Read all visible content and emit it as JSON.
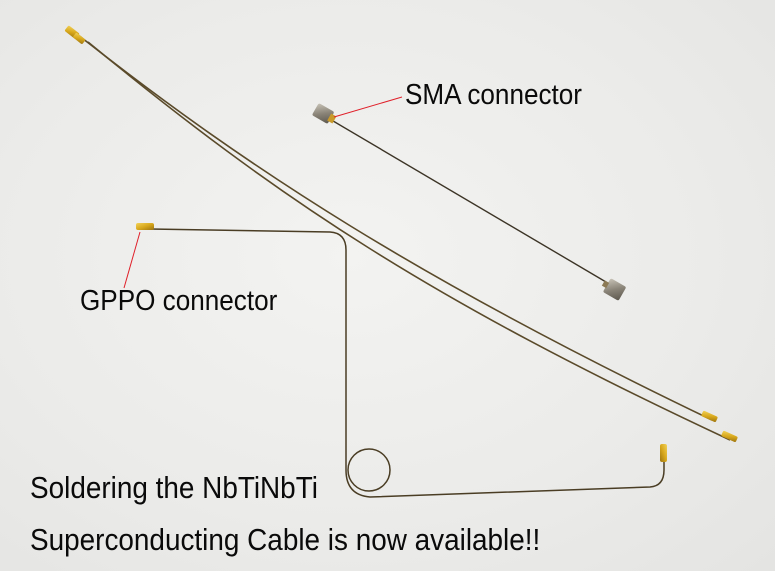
{
  "labels": {
    "sma": "SMA connector",
    "gppo": "GPPO connector"
  },
  "message": {
    "line1": "Soldering the NbTiNbTi",
    "line2": "Superconducting Cable is now available!!"
  },
  "colors": {
    "background": "#ececea",
    "cable": "#5a4a2a",
    "gold_connector": "#d8a81c",
    "steel_connector": "#8a8478",
    "leader_line": "#e0202a",
    "text": "#0a0a0a"
  }
}
